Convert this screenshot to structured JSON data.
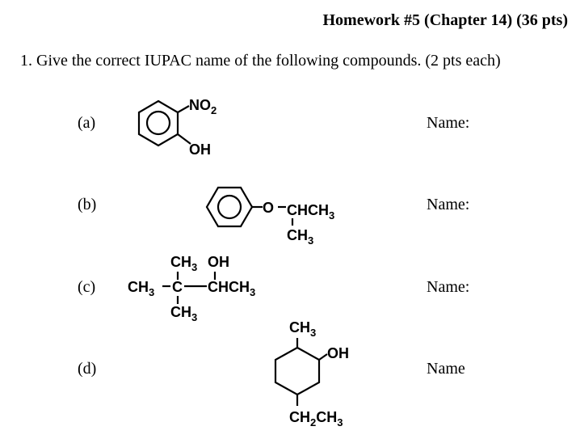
{
  "header": {
    "title": "Homework #5 (Chapter 14) (36 pts)"
  },
  "question": {
    "text": "1.  Give the correct IUPAC name of the following compounds. (2 pts each)"
  },
  "items": [
    {
      "label": "(a)",
      "name_label": "Name:"
    },
    {
      "label": "(b)",
      "name_label": "Name:"
    },
    {
      "label": "(c)",
      "name_label": "Name:"
    },
    {
      "label": "(d)",
      "name_label": "Name"
    }
  ],
  "structures": {
    "a": {
      "top": "NO",
      "top_sub": "2",
      "bottom": "OH"
    },
    "b": {
      "o": "O",
      "ch": "CHCH",
      "ch_sub": "3",
      "ch3": "CH",
      "ch3_sub": "3"
    },
    "c": {
      "top_ch3": "CH",
      "top_ch3_sub": "3",
      "top_oh": "OH",
      "left": "CH",
      "left_sub": "3",
      "c": "C",
      "right": "CHCH",
      "right_sub": "3",
      "bot": "CH",
      "bot_sub": "3"
    },
    "d": {
      "top": "CH",
      "top_sub": "3",
      "oh": "OH",
      "bottom": "CH",
      "bottom_sub1": "2",
      "bottom_mid": "CH",
      "bottom_sub2": "3"
    }
  }
}
